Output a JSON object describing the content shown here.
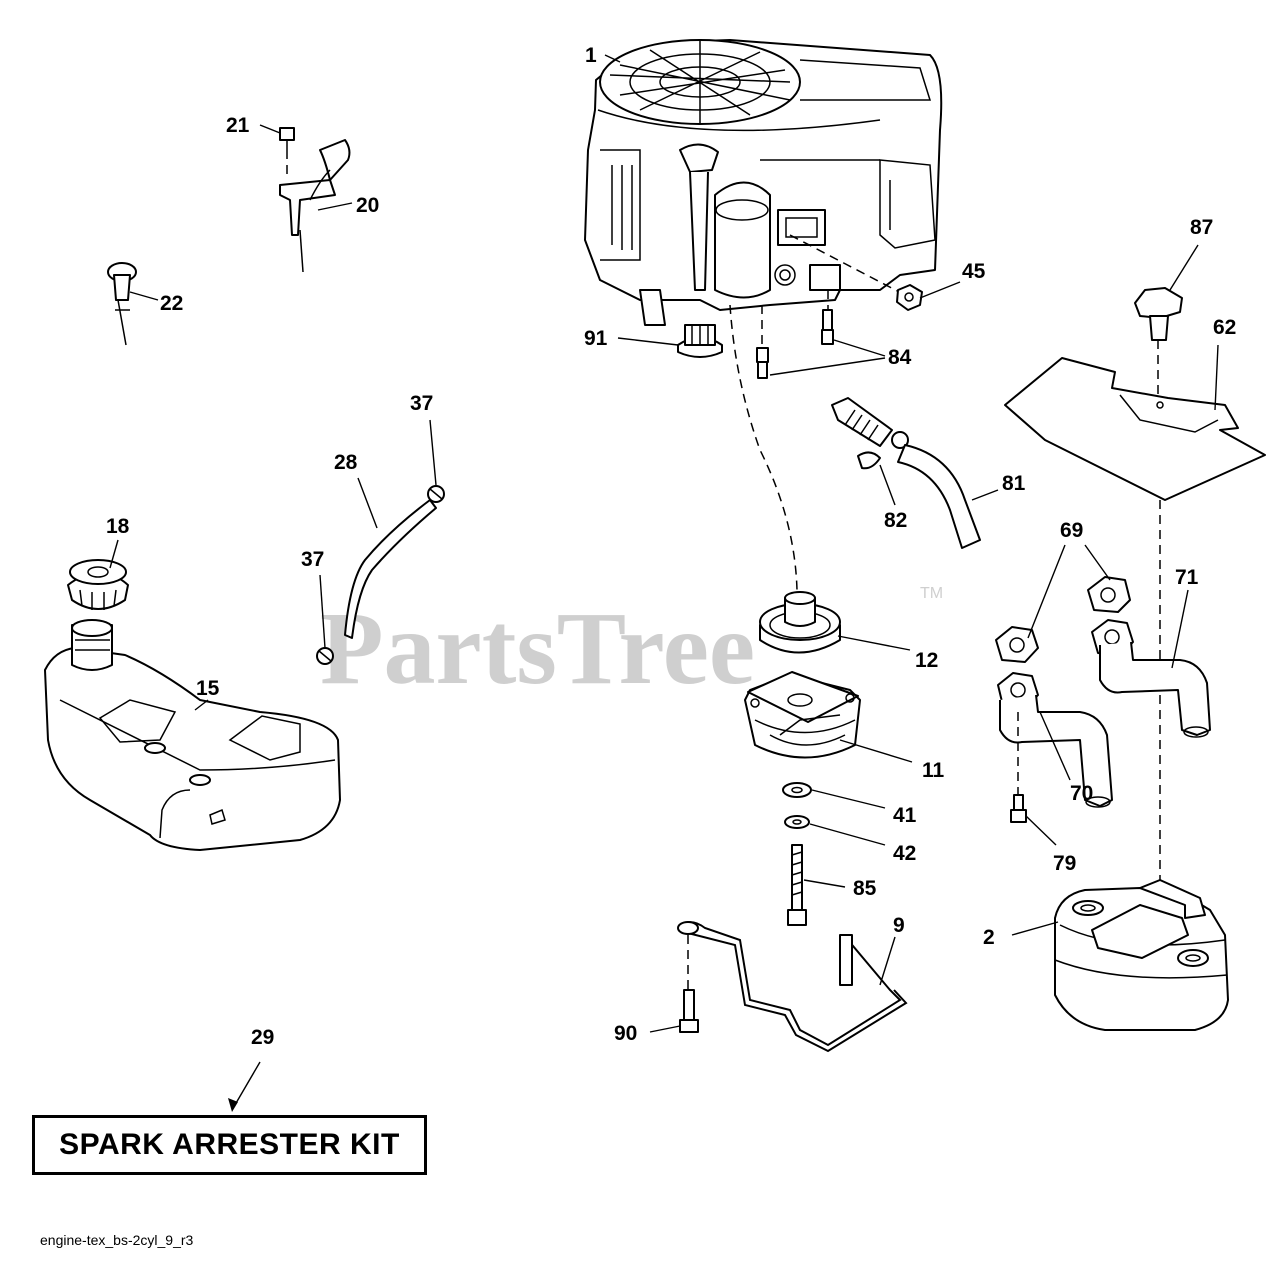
{
  "watermark": {
    "text": "PartsTree",
    "trademark": "TM"
  },
  "callouts": {
    "c1": "1",
    "c2": "2",
    "c9": "9",
    "c11": "11",
    "c12": "12",
    "c15": "15",
    "c18": "18",
    "c20": "20",
    "c21": "21",
    "c22": "22",
    "c28": "28",
    "c29": "29",
    "c37a": "37",
    "c37b": "37",
    "c41": "41",
    "c42": "42",
    "c45": "45",
    "c62": "62",
    "c69": "69",
    "c70": "70",
    "c71": "71",
    "c79": "79",
    "c81": "81",
    "c82": "82",
    "c84": "84",
    "c85": "85",
    "c87": "87",
    "c90": "90",
    "c91": "91"
  },
  "kit_label": "SPARK ARRESTER KIT",
  "footer_code": "engine-tex_bs-2cyl_9_r3"
}
